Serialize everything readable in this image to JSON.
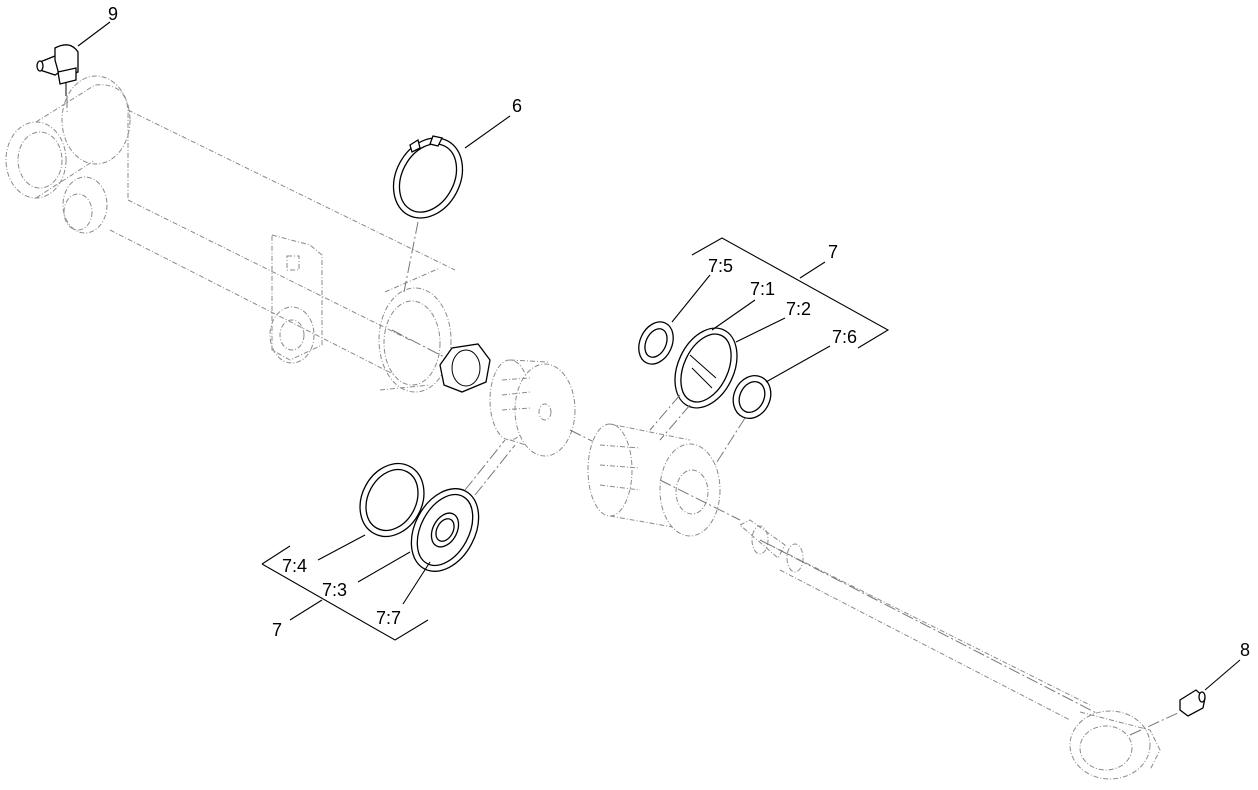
{
  "diagram": {
    "callouts": {
      "c9": "9",
      "c6": "6",
      "c7_top": "7",
      "c7_5": "7:5",
      "c7_1": "7:1",
      "c7_2": "7:2",
      "c7_6": "7:6",
      "c7_4": "7:4",
      "c7_3": "7:3",
      "c7_7": "7:7",
      "c7_bottom": "7",
      "c8": "8"
    },
    "parts": [
      {
        "id": "9",
        "name": "grease fitting (angled)"
      },
      {
        "id": "6",
        "name": "retaining ring"
      },
      {
        "id": "7",
        "name": "seal kit"
      },
      {
        "id": "8",
        "name": "grease fitting (straight)"
      }
    ]
  }
}
